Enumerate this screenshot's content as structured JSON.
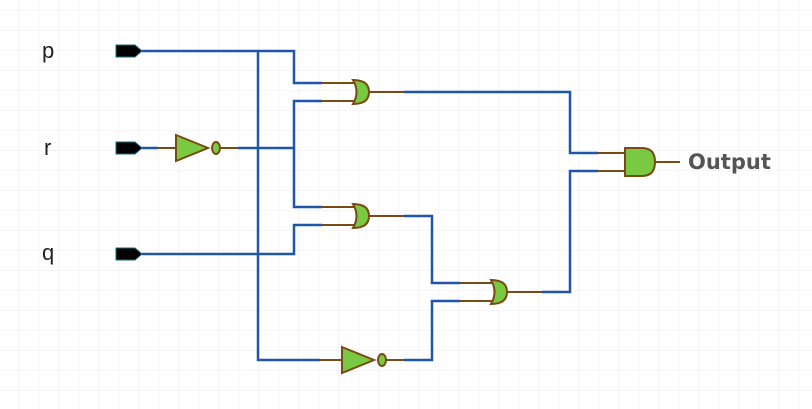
{
  "diagram": {
    "type": "logic-circuit",
    "inputs": [
      {
        "id": "p",
        "label": "p"
      },
      {
        "id": "r",
        "label": "r"
      },
      {
        "id": "q",
        "label": "q"
      }
    ],
    "output": {
      "label": "Output"
    },
    "gates": [
      {
        "id": "not1",
        "type": "NOT",
        "inputs": [
          "r"
        ]
      },
      {
        "id": "or1",
        "type": "OR",
        "inputs": [
          "p",
          "not1"
        ]
      },
      {
        "id": "or2",
        "type": "OR",
        "inputs": [
          "not1",
          "q"
        ]
      },
      {
        "id": "not2",
        "type": "NOT",
        "inputs": [
          "p"
        ]
      },
      {
        "id": "or3",
        "type": "OR",
        "inputs": [
          "or2",
          "not2"
        ]
      },
      {
        "id": "and1",
        "type": "AND",
        "inputs": [
          "or1",
          "or3"
        ]
      }
    ],
    "colors": {
      "wire": "#1f56a8",
      "gate_fill": "#7ac943",
      "gate_stroke": "#7a4a14",
      "grid": "#ececec"
    }
  }
}
